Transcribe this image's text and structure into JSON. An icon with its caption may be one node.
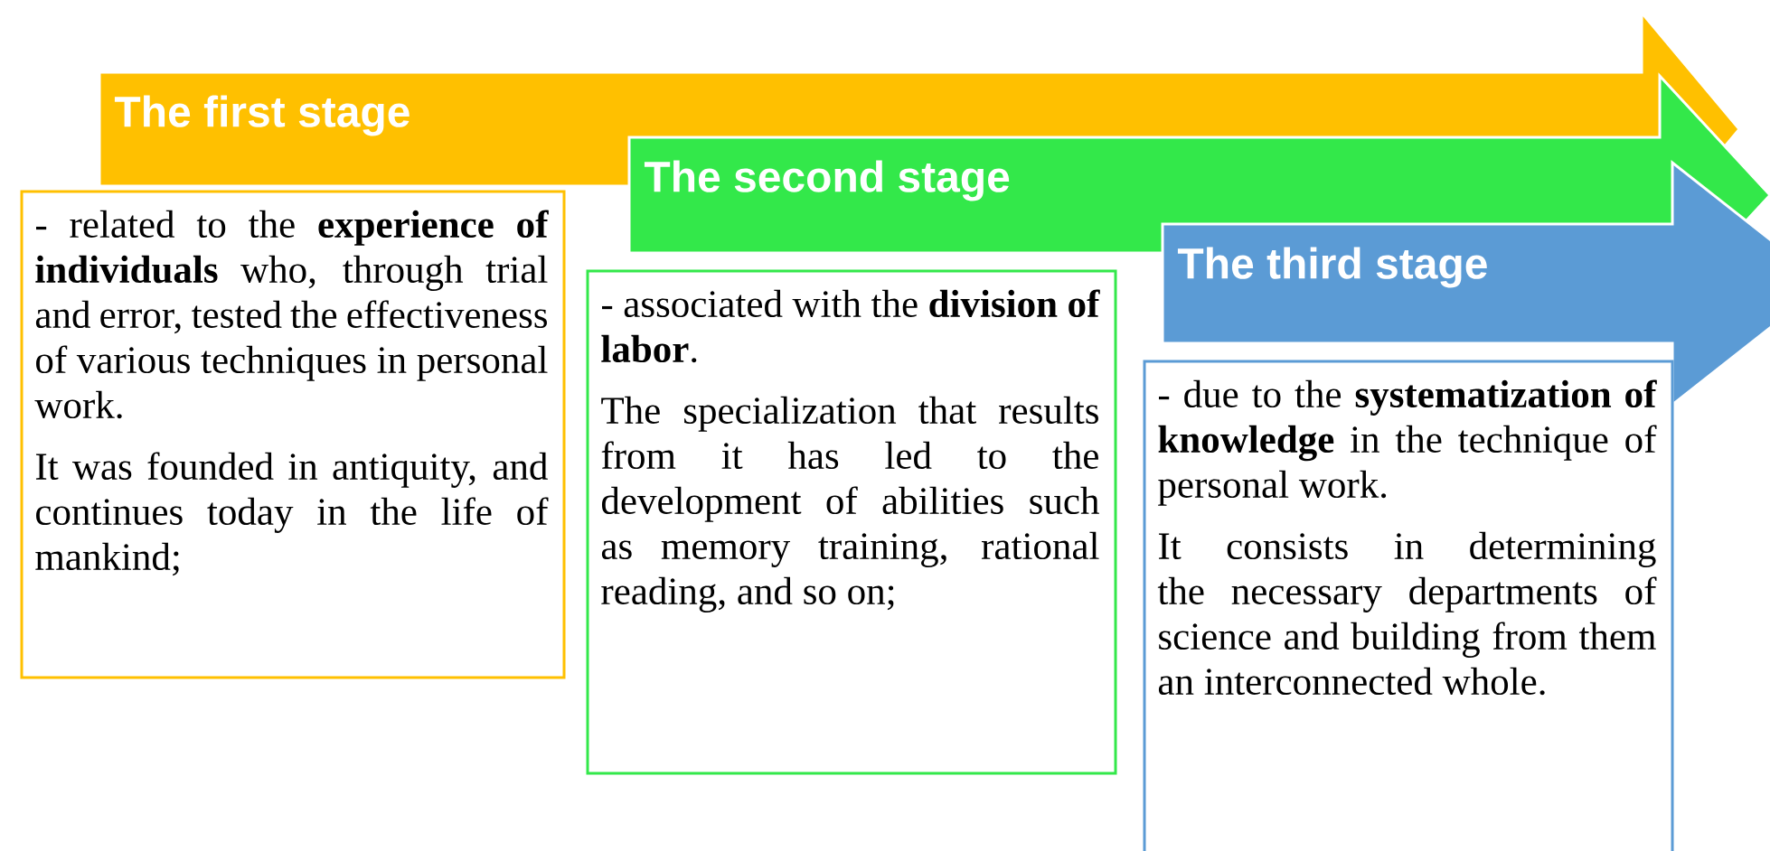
{
  "diagram": {
    "nodes": [
      {
        "text": [
          "The first stage"
        ]
      },
      {
        "text": [
          "The second stage"
        ]
      },
      {
        "text": [
          "The third stage"
        ]
      },
      {
        "text": [
          "- related to the **experience of individuals** who, through trial and error, tested the effectiveness of various techniques in personal work.",
          "It was founded in antiquity, and continues today in the life of mankind;"
        ]
      },
      {
        "text": [
          "- associated with the **division of labor**.",
          "The specialization that results from it has led to the development of abilities such as memory training, rational reading, and so on;"
        ]
      },
      {
        "text": [
          "- due to the **systematization of knowledge** in the technique of personal work.",
          "It consists in determining the necessary departments of science and building from them an interconnected whole."
        ]
      }
    ]
  }
}
